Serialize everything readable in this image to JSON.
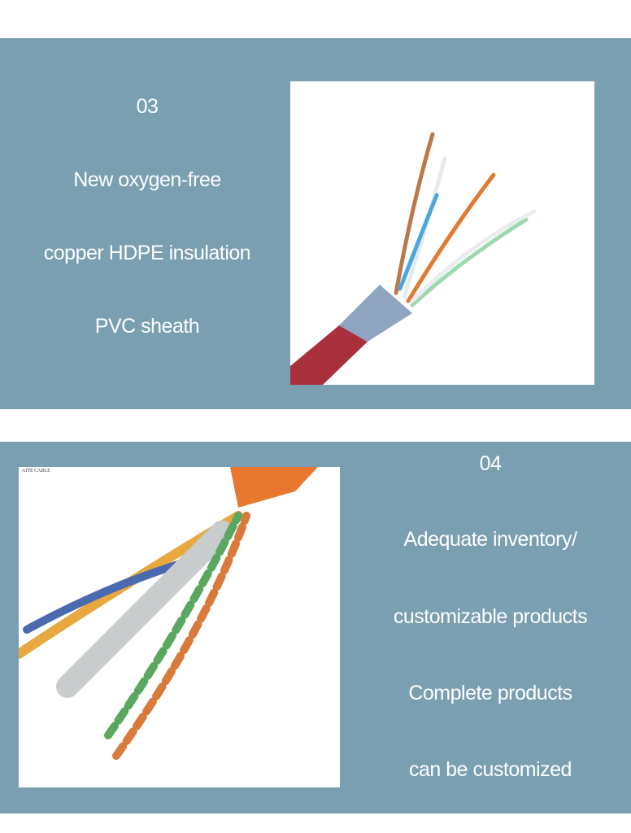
{
  "section3": {
    "number": "03",
    "lines": [
      "New oxygen-free",
      "copper HDPE insulation",
      "PVC sheath"
    ]
  },
  "section4": {
    "number": "04",
    "lines": [
      "Adequate inventory/",
      "customizable products",
      "Complete products",
      "can be customized"
    ],
    "logo_text": "AITE CABLE"
  },
  "colors": {
    "band": "#7a9fb0"
  }
}
